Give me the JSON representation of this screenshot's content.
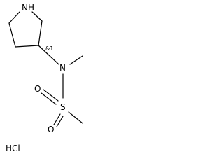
{
  "molecule": {
    "atoms": {
      "ring_nitrogen": "N",
      "ring_nitrogen_hydrogen": "H",
      "amide_nitrogen": "N",
      "sulfur": "S",
      "oxygen_upper": "O",
      "oxygen_lower": "O"
    },
    "stereo_descriptor": "&1",
    "salt": "HCl"
  }
}
